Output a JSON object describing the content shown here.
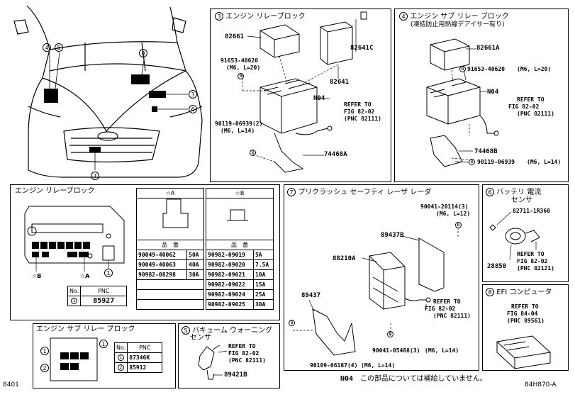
{
  "sections": {
    "s3": {
      "num": "3",
      "title": "エンジン リレーブロック",
      "parts": [
        "82661",
        "91653-40620",
        "(M6, L=20)",
        "82641C",
        "82641",
        "N04",
        "90119-06939(2)",
        "(M6, L=14)",
        "74468A"
      ],
      "refer": [
        "REFER TO",
        "FIG 82-02",
        "(PNC 82111)"
      ],
      "circ": "B"
    },
    "s4": {
      "num": "4",
      "title": "エンジン サブ リレー ブロック",
      "subtitle": "(凍結防止用熱線デアイサー有り)",
      "parts": [
        "82661A",
        "91653-40620",
        "(M6, L=20)",
        "N04",
        "74468B",
        "90119-06939",
        "(M6, L=14)"
      ],
      "refer": [
        "REFER TO",
        "FIG 82-02",
        "(PNC 82111)"
      ],
      "circ": "B"
    },
    "s7": {
      "num": "7",
      "title": "プリクラッシュ セーフティ レーザ レーダ",
      "parts": [
        "90041-20114(3)",
        "(M6, L=12)",
        "89437B",
        "88210A",
        "89437",
        "90041-05488(3)",
        "(M6, L=14)",
        "90109-06187(4)",
        "(M6, L=14)"
      ],
      "refer": [
        "REFER TO",
        "FIG 82-02",
        "(PNC 82111)"
      ],
      "circ": "B"
    },
    "s6": {
      "num": "6",
      "title": "バッテリ 電流",
      "title2": "センサ",
      "parts": [
        "82711-1R360",
        "28850"
      ],
      "refer": [
        "REFER TO",
        "FIG 82-02",
        "(PNC 82121)"
      ]
    },
    "s8": {
      "num": "8",
      "title": "EFI コンピュータ",
      "refer": [
        "REFER TO",
        "FIG 84-04",
        "(PNC 89561)"
      ]
    },
    "s5": {
      "num": "5",
      "title": "バキューム ウォーニング",
      "title2": "センサ",
      "parts": [
        "89421B"
      ],
      "refer": [
        "REFER TO",
        "FIG 82-02",
        "(PNC 82111)"
      ]
    },
    "relay_block": {
      "title": "エンジン リレーブロック",
      "star_a": "☆A",
      "star_b": "☆B",
      "col_head": "品　番",
      "a_rows": [
        [
          "90049-40062",
          "50A"
        ],
        [
          "90049-40063",
          "40A"
        ],
        [
          "90982-08298",
          "30A"
        ]
      ],
      "b_rows": [
        [
          "90982-09019",
          "5A"
        ],
        [
          "90982-09020",
          "7.5A"
        ],
        [
          "90982-09021",
          "10A"
        ],
        [
          "90982-09022",
          "15A"
        ],
        [
          "90982-09024",
          "25A"
        ],
        [
          "90982-09025",
          "30A"
        ]
      ],
      "label_b": "☆B",
      "label_a": "☆A",
      "circ": "1",
      "no_head": "No.",
      "pnc_head": "PNC",
      "no1": "1",
      "pnc1": "85927"
    },
    "sub_relay": {
      "title": "エンジン サブ リレー ブロック",
      "no_head": "No.",
      "pnc_head": "PNC",
      "rows": [
        [
          "1",
          "87346K"
        ],
        [
          "2",
          "85912"
        ]
      ]
    },
    "car": {
      "callouts": [
        "8",
        "4",
        "5",
        "3",
        "6",
        "7"
      ]
    }
  },
  "footer": {
    "left": "8401",
    "note_code": "N04",
    "note": "この部品については補給していません。",
    "right": "84H870-A"
  }
}
